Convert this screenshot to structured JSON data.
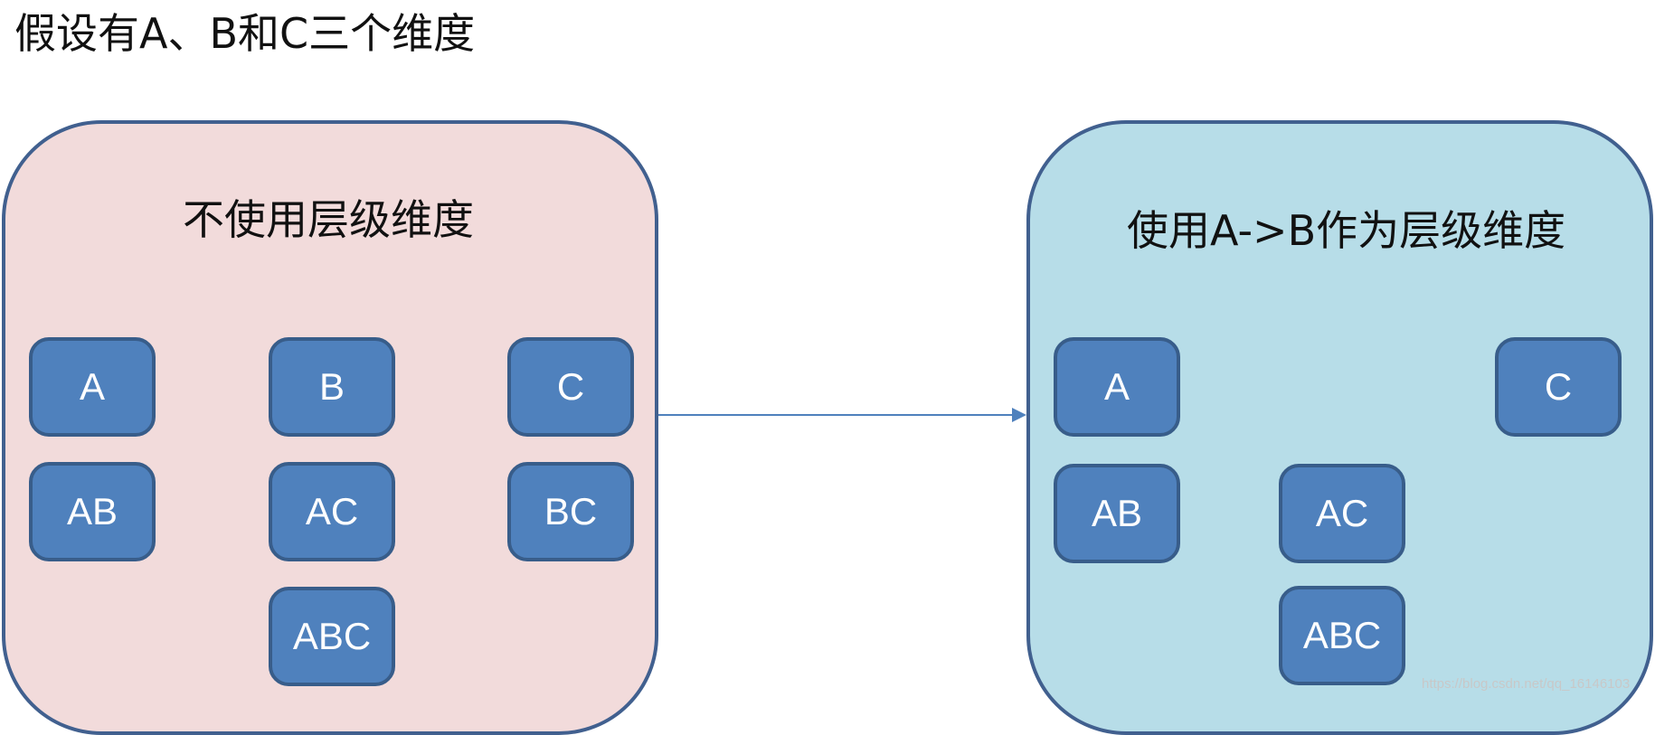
{
  "heading": "假设有A、B和C三个维度",
  "panels": {
    "left": {
      "title": "不使用层级维度",
      "fill": "#f2dbdb",
      "nodes": [
        "A",
        "AB",
        "B",
        "AC",
        "ABC",
        "C",
        "BC"
      ]
    },
    "right": {
      "title": "使用A->B作为层级维度",
      "fill": "#b7dde8",
      "nodes": [
        "A",
        "AB",
        "AC",
        "ABC",
        "C"
      ]
    }
  },
  "node_style": {
    "fill": "#4f81bd",
    "border": "#385d8a",
    "text_color": "#ffffff"
  },
  "connector": {
    "from": "left-panel",
    "to": "right-panel",
    "color": "#4f81bd"
  },
  "watermark": "https://blog.csdn.net/qq_16146103"
}
